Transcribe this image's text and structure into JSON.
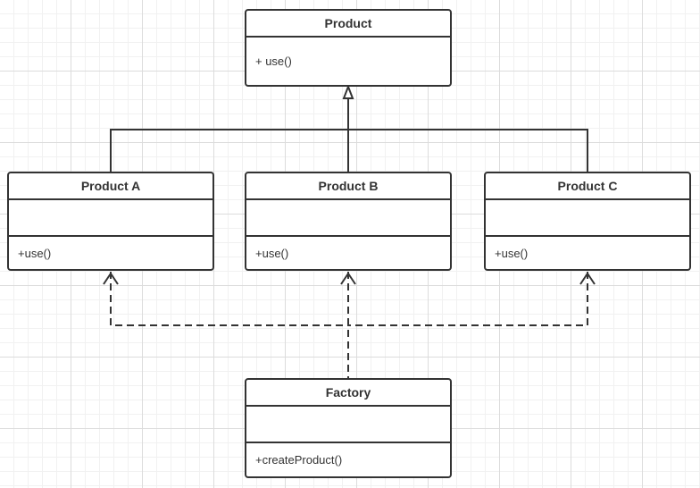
{
  "diagram": {
    "classes": {
      "product": {
        "name": "Product",
        "methods": "+ use()"
      },
      "product_a": {
        "name": "Product A",
        "methods": "+use()"
      },
      "product_b": {
        "name": "Product B",
        "methods": "+use()"
      },
      "product_c": {
        "name": "Product C",
        "methods": "+use()"
      },
      "factory": {
        "name": "Factory",
        "methods": "+createProduct()"
      }
    },
    "relations": [
      {
        "type": "generalization",
        "from": "Product A",
        "to": "Product"
      },
      {
        "type": "generalization",
        "from": "Product B",
        "to": "Product"
      },
      {
        "type": "generalization",
        "from": "Product C",
        "to": "Product"
      },
      {
        "type": "dependency",
        "from": "Factory",
        "to": "Product A"
      },
      {
        "type": "dependency",
        "from": "Factory",
        "to": "Product B"
      },
      {
        "type": "dependency",
        "from": "Factory",
        "to": "Product C"
      }
    ],
    "colors": {
      "line": "#333333",
      "background": "#ffffff",
      "grid": "#dcdcdc"
    }
  }
}
